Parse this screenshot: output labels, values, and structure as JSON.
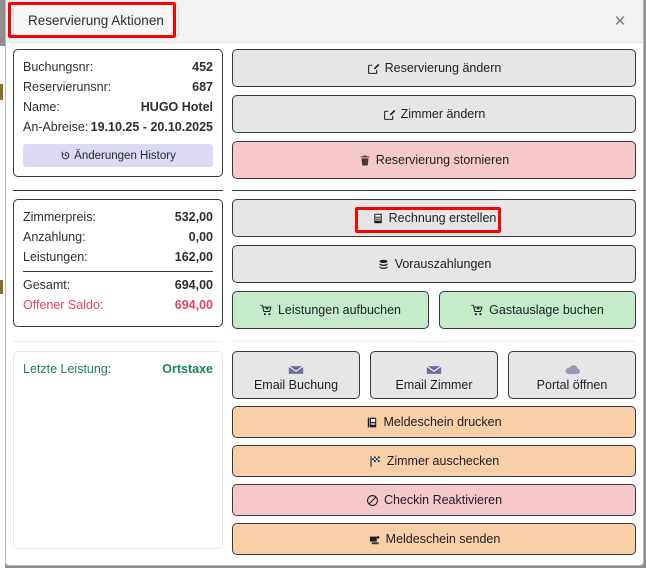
{
  "window": {
    "title": "Reservierung Aktionen",
    "close_label": "✕",
    "close_icon": "close-icon"
  },
  "annotations": {
    "color": "#ff0000",
    "boxes": [
      "title-tab",
      "rechnung-erstellen-button"
    ]
  },
  "reservation": {
    "rows": [
      {
        "label": "Buchungsnr:",
        "value": "452"
      },
      {
        "label": "Reservierunsnr:",
        "value": "687"
      },
      {
        "label": "Name:",
        "value": "HUGO Hotel"
      },
      {
        "label": "An-Abreise:",
        "value": "19.10.25 - 20.10.2025"
      }
    ],
    "history_button": {
      "label": "Änderungen History",
      "icon": "history-clock-icon",
      "color": "#dcd9f2"
    }
  },
  "finance": {
    "rows": [
      {
        "label": "Zimmerpreis:",
        "value": "532,00"
      },
      {
        "label": "Anzahlung:",
        "value": "0,00"
      },
      {
        "label": "Leistungen:",
        "value": "162,00"
      }
    ],
    "total": {
      "label": "Gesamt:",
      "value": "694,00"
    },
    "balance": {
      "label": "Offener Saldo:",
      "value": "694,00",
      "color": "#e8455c"
    }
  },
  "last_service": {
    "label": "Letzte Leistung:",
    "value": "Ortstaxe",
    "color": "#198754"
  },
  "actions": {
    "group1": [
      {
        "label": "Reservierung ändern",
        "icon": "edit-pencil-icon",
        "style": "grey"
      },
      {
        "label": "Zimmer ändern",
        "icon": "edit-pencil-icon",
        "style": "grey"
      },
      {
        "label": "Reservierung stornieren",
        "icon": "trash-icon",
        "style": "red"
      }
    ],
    "group2": [
      {
        "label": "Rechnung erstellen",
        "icon": "invoice-icon",
        "style": "grey"
      },
      {
        "label": "Vorauszahlungen",
        "icon": "coins-stack-icon",
        "style": "grey"
      }
    ],
    "group2_row": [
      {
        "label": "Leistungen aufbuchen",
        "icon": "cart-plus-icon",
        "style": "green"
      },
      {
        "label": "Gastauslage buchen",
        "icon": "cart-plus-icon",
        "style": "green"
      }
    ],
    "group3_row": [
      {
        "label": "Email Buchung",
        "icon": "envelope-icon",
        "style": "grey"
      },
      {
        "label": "Email Zimmer",
        "icon": "envelope-icon",
        "style": "grey"
      },
      {
        "label": "Portal öffnen",
        "icon": "cloud-icon",
        "style": "grey"
      }
    ],
    "group3": [
      {
        "label": "Meldeschein drucken",
        "icon": "address-book-icon",
        "style": "orange"
      },
      {
        "label": "Zimmer auschecken",
        "icon": "flag-checkered-icon",
        "style": "orange"
      },
      {
        "label": "Checkin Reaktivieren",
        "icon": "ban-circle-icon",
        "style": "red"
      },
      {
        "label": "Meldeschein senden",
        "icon": "send-stack-icon",
        "style": "orange"
      }
    ]
  }
}
